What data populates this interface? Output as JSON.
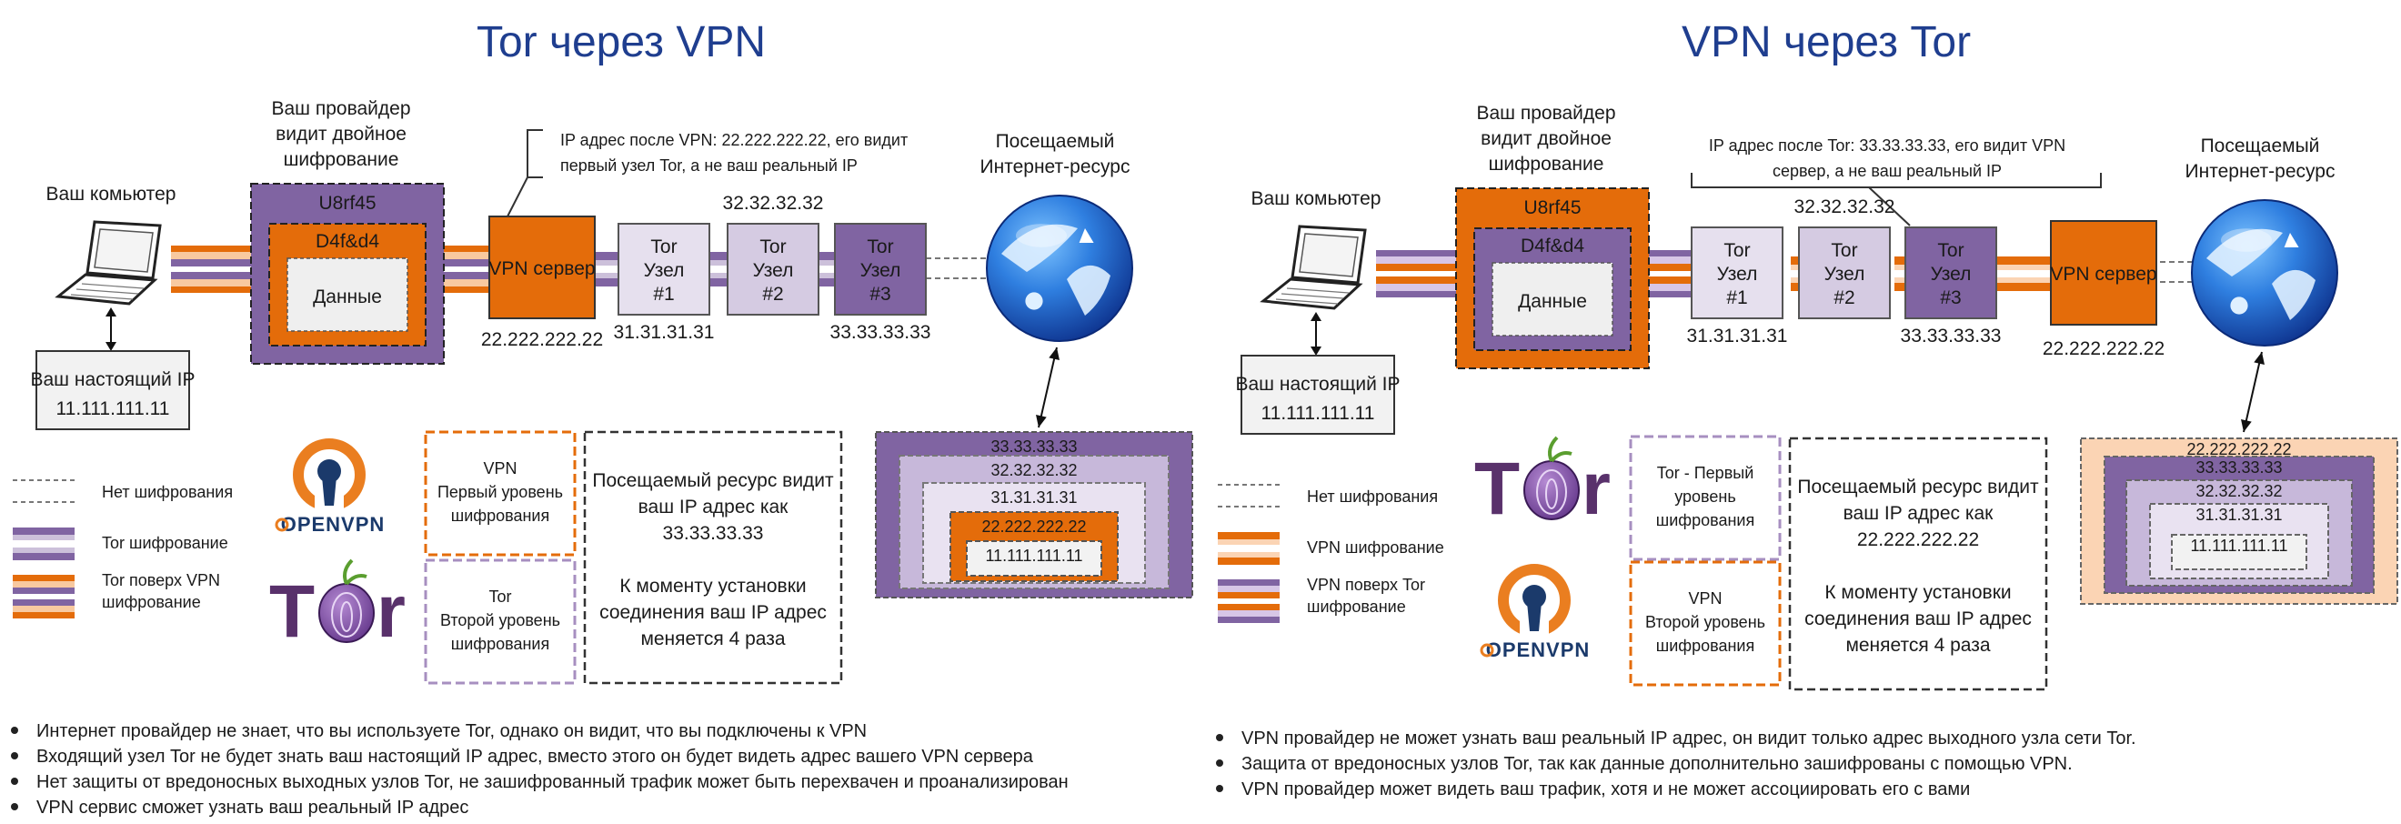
{
  "colors": {
    "tor_purple": "#8064a2",
    "tor_light": "#ccc0da",
    "vpn_orange": "#e46c0a",
    "vpn_light": "#fbd4b4",
    "title_blue": "#1f3e8f"
  },
  "left": {
    "title": "Tor через VPN",
    "computer_label": "Ваш комьютер",
    "provider_label": [
      "Ваш провайдер",
      "видит двойное",
      "шифрование"
    ],
    "outer_cipher": "U8rf45",
    "inner_cipher": "D4f&d4",
    "data_label": "Данные",
    "real_ip_label": "Ваш настоящий IP",
    "real_ip": "11.111.111.11",
    "vpn_server": "VPN сервер",
    "vpn_ip": "22.222.222.22",
    "callout": [
      "IP адрес после VPN: 22.222.222.22, его видит",
      "первый узел Tor, а не ваш реальный IP"
    ],
    "nodes": [
      {
        "label": [
          "Tor",
          "Узел",
          "#1"
        ],
        "ip": "31.31.31.31"
      },
      {
        "label": [
          "Tor",
          "Узел",
          "#2"
        ],
        "ip": "32.32.32.32"
      },
      {
        "label": [
          "Tor",
          "Узел",
          "#3"
        ],
        "ip": "33.33.33.33"
      }
    ],
    "resource_label": [
      "Посещаемый",
      "Интернет-ресурс"
    ],
    "legend": [
      {
        "key": "none",
        "label": [
          "Нет шифрования"
        ]
      },
      {
        "key": "tor",
        "label": [
          "Tor шифрование"
        ]
      },
      {
        "key": "tor_over_vpn",
        "label": [
          "Tor поверх VPN",
          "шифрование"
        ]
      }
    ],
    "openvpn_logo": "OPENVPN",
    "tor_logo": "Tor",
    "level1": [
      "VPN",
      "Первый уровень",
      "шифрования"
    ],
    "level2": [
      "Tor",
      "Второй уровень",
      "шифрования"
    ],
    "sees": [
      "Посещаемый ресурс видит",
      "ваш IP адрес как",
      "33.33.33.33",
      "",
      "К моменту установки",
      "соединения ваш IP адрес",
      "меняется 4 раза"
    ],
    "nested_ips": [
      "33.33.33.33",
      "32.32.32.32",
      "31.31.31.31",
      "22.222.222.22",
      "11.111.111.11"
    ],
    "bullets": [
      "Интернет провайдер не знает, что вы используете Tor, однако он видит, что вы подключены к VPN",
      "Входящий узел Tor не будет знать ваш настоящий IP адрес, вместо этого он будет видеть адрес вашего VPN сервера",
      "Нет защиты от вредоносных выходных узлов Tor, не зашифрованный трафик может быть перехвачен и проанализирован",
      "VPN сервис сможет узнать ваш реальный IP адрес"
    ]
  },
  "right": {
    "title": "VPN через Tor",
    "computer_label": "Ваш комьютер",
    "provider_label": [
      "Ваш провайдер",
      "видит двойное",
      "шифрование"
    ],
    "outer_cipher": "U8rf45",
    "inner_cipher": "D4f&d4",
    "data_label": "Данные",
    "real_ip_label": "Ваш настоящий IP",
    "real_ip": "11.111.111.11",
    "vpn_server": "VPN сервер",
    "vpn_ip": "22.222.222.22",
    "callout": [
      "IP адрес после Tor: 33.33.33.33, его видит VPN",
      "сервер, а не ваш реальный IP"
    ],
    "nodes": [
      {
        "label": [
          "Tor",
          "Узел",
          "#1"
        ],
        "ip": "31.31.31.31"
      },
      {
        "label": [
          "Tor",
          "Узел",
          "#2"
        ],
        "ip": "32.32.32.32"
      },
      {
        "label": [
          "Tor",
          "Узел",
          "#3"
        ],
        "ip": "33.33.33.33"
      }
    ],
    "resource_label": [
      "Посещаемый",
      "Интернет-ресурс"
    ],
    "legend": [
      {
        "key": "none",
        "label": [
          "Нет шифрования"
        ]
      },
      {
        "key": "vpn",
        "label": [
          "VPN шифрование"
        ]
      },
      {
        "key": "vpn_over_tor",
        "label": [
          "VPN поверх Tor",
          "шифрование"
        ]
      }
    ],
    "openvpn_logo": "OPENVPN",
    "tor_logo": "Tor",
    "level1": [
      "Tor - Первый",
      "уровень",
      "шифрования"
    ],
    "level2": [
      "VPN",
      "Второй уровень",
      "шифрования"
    ],
    "sees": [
      "Посещаемый ресурс видит",
      "ваш IP адрес как",
      "22.222.222.22",
      "",
      "К моменту установки",
      "соединения ваш IP адрес",
      "меняется 4 раза"
    ],
    "nested_ips": [
      "22.222.222.22",
      "33.33.33.33",
      "32.32.32.32",
      "31.31.31.31",
      "11.111.111.11"
    ],
    "bullets": [
      "VPN провайдер не может узнать ваш реальный IP адрес, он видит только адрес выходного узла сети Tor.",
      "Защита от вредоносных узлов Tor, так как данные дополнительно зашифрованы с помощью VPN.",
      "VPN провайдер может видеть ваш трафик, хотя и не может ассоциировать его с вами"
    ]
  }
}
